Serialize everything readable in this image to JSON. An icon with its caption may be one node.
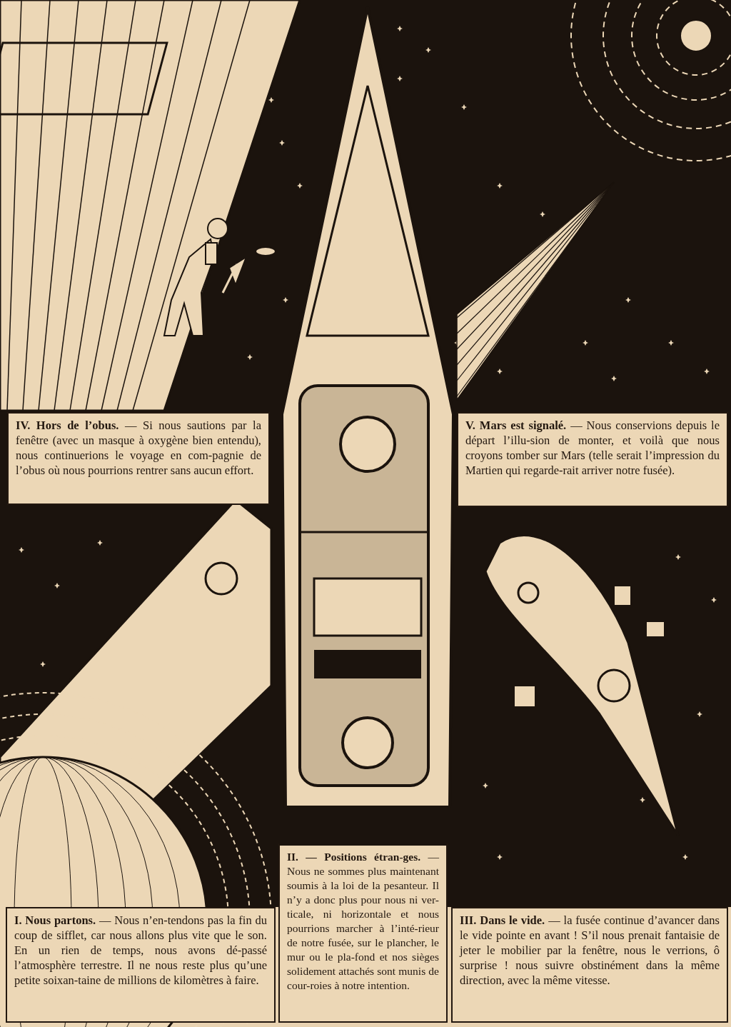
{
  "diagram": {
    "labels": [
      "**IV. Hors de l’obus.** — Si nous sautions par la fenêtre (avec un masque à oxygène bien entendu), nous continuerions le voyage en com-pagnie de l’obus où nous pourrions rentrer sans aucun effort.",
      "**V. Mars est signalé.** — Nous conservions depuis le départ l’illu-sion de monter, et voilà que nous croyons tomber sur Mars (telle serait l’impression du Martien qui regarde-rait arriver notre fusée).",
      "**II. — Positions étran-ges.** — Nous ne sommes plus maintenant soumis à la loi de la pesanteur. Il n’y a donc plus pour nous ni ver-ticale, ni horizontale et nous pourrions marcher à l’inté-rieur de notre fusée, sur le plancher, le mur ou le pla-fond et nos sièges solidement attachés sont munis de cour-roies à notre intention.",
      "**I. Nous partons.** — Nous n’en-tendons pas la fin du coup de sifflet, car nous allons plus vite que le son. En un rien de temps, nous avons dé-passé l’atmosphère terrestre. Il ne nous reste plus qu’une petite soixan-taine de millions de kilomètres à faire.",
      "**III. Dans le vide.** — la fusée continue d’avancer dans le vide pointe en avant ! S’il nous prenait fantaisie de jeter le mobilier par la fenêtre, nous le verrions, ô surprise ! nous suivre obstinément dans la même direction, avec la même vitesse."
    ]
  }
}
